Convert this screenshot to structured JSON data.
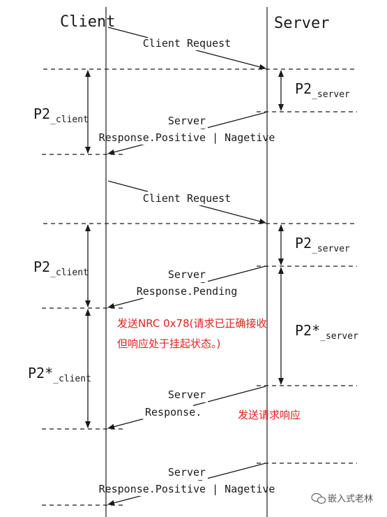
{
  "headers": {
    "client": "Client",
    "server": "Server"
  },
  "messages": {
    "request_1": "Client Request",
    "response_1_line1": "Server",
    "response_1_line2": "Response.Positive | Nagetive",
    "request_2": "Client Request",
    "response_2_line1": "Server",
    "response_2_line2": "Response.Pending",
    "response_3_line1": "Server",
    "response_3_line2": "Response.",
    "response_4_line1": "Server",
    "response_4_line2": "Response.Positive | Nagetive"
  },
  "timers": {
    "p2_base": "P2",
    "p2_client_sub": "_client",
    "p2_server_sub": "_server",
    "p2star_base": "P2*",
    "p2star_client_sub": "_client",
    "p2star_server_sub": "_server"
  },
  "notes": {
    "nrc_line1": "发送NRC  0x78(请求已正确接收",
    "nrc_line2": "但响应处于挂起状态。)",
    "send_response": "发送请求响应"
  },
  "watermark": "嵌入式老林",
  "colors": {
    "line": "#1a1a1a",
    "note_red": "#e02020",
    "watermark": "#666666"
  }
}
